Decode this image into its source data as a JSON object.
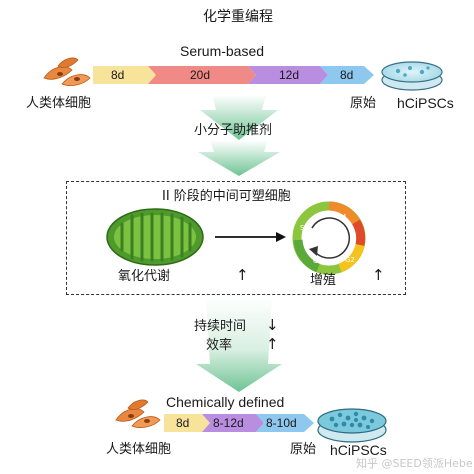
{
  "title": "化学重编程",
  "top": {
    "method": "Serum-based",
    "segments": [
      {
        "label": "8d",
        "color": "#f7e39a"
      },
      {
        "label": "20d",
        "color": "#f08a86"
      },
      {
        "label": "12d",
        "color": "#b98ee0"
      },
      {
        "label": "8d",
        "color": "#8ec8ee"
      }
    ],
    "start_label": "人类体细胞",
    "origin_label": "原始",
    "end_label": "hCiPSCs"
  },
  "step_small_molecule": "小分子助推剂",
  "box": {
    "title": "II 阶段的中间可塑细胞",
    "left_label": "氧化代谢",
    "right_label": "增殖",
    "up_arrow": "↑",
    "cycle_phases": [
      "M",
      "G1",
      "S",
      "G2"
    ]
  },
  "effects": [
    {
      "label": "持续时间",
      "arrow": "↓"
    },
    {
      "label": "效率",
      "arrow": "↑"
    }
  ],
  "bottom": {
    "method": "Chemically defined",
    "segments": [
      {
        "label": "8d",
        "color": "#f7e39a"
      },
      {
        "label": "8-12d",
        "color": "#b98ee0"
      },
      {
        "label": "8-10d",
        "color": "#8ec8ee"
      }
    ],
    "start_label": "人类体细胞",
    "origin_label": "原始",
    "end_label": "hCiPSCs"
  },
  "watermark": "知乎 @SEED领派Hebe",
  "colors": {
    "funnel_green": "#7fc99e",
    "mito_green": "#6cb33e",
    "cell_orange": "#e8873d",
    "dish_blue": "#6fc0d8"
  }
}
